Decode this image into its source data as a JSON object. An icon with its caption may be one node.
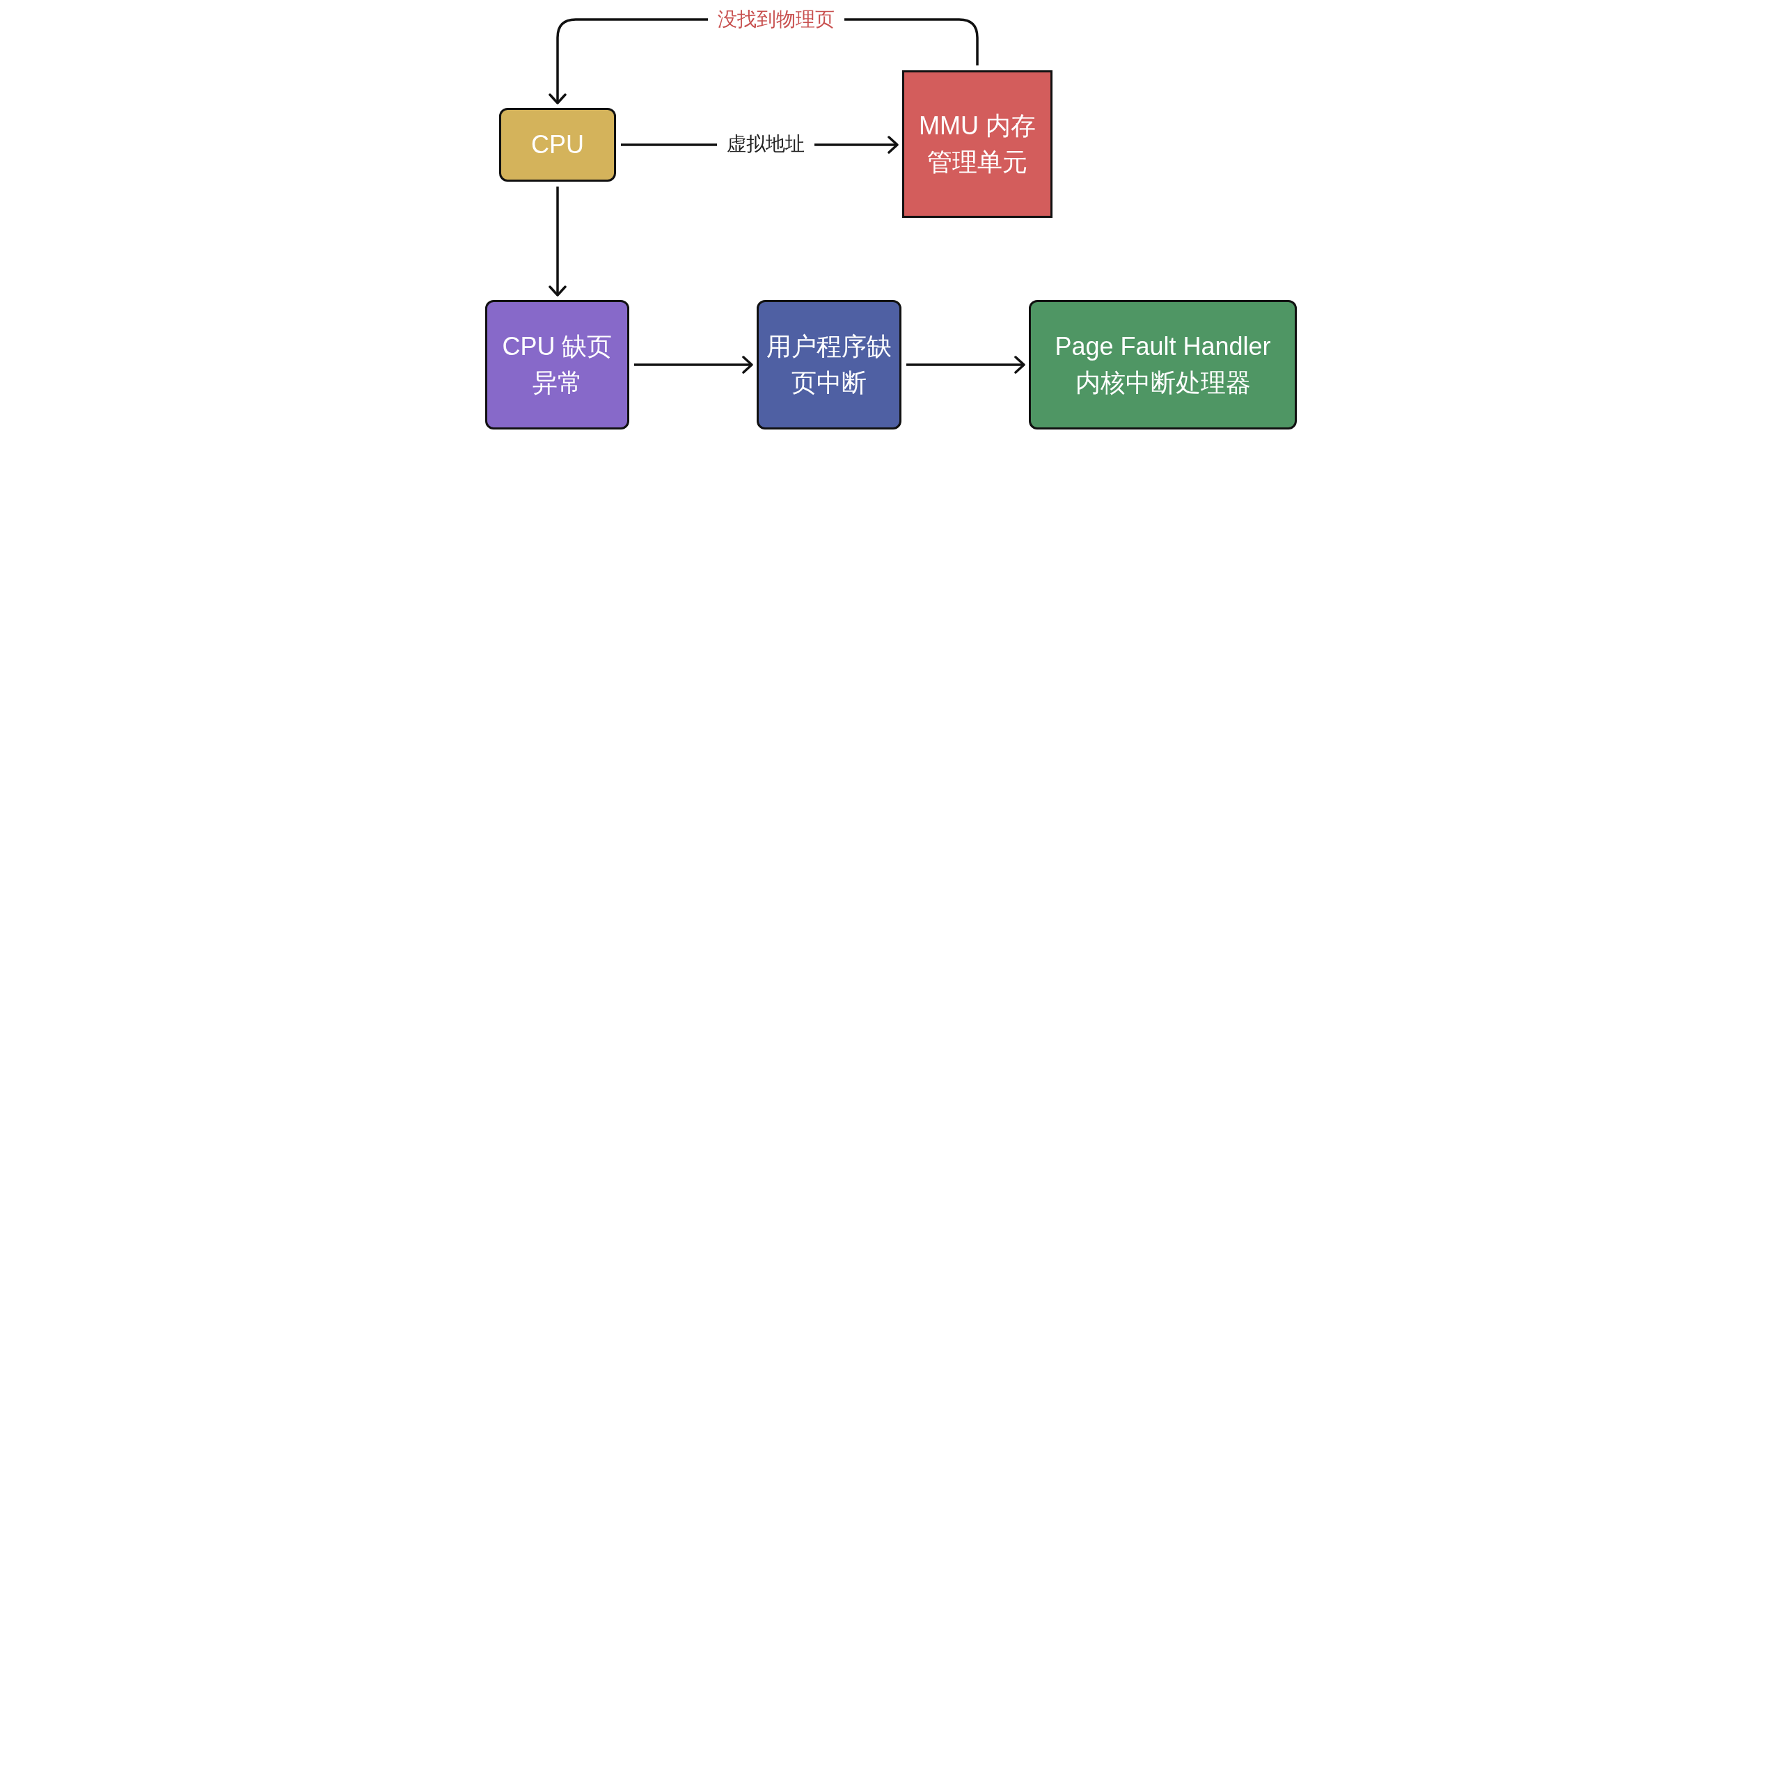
{
  "diagram": {
    "nodes": [
      {
        "text": [
          "CPU"
        ]
      },
      {
        "text": [
          "MMU 内存管理单元"
        ]
      },
      {
        "text": [
          "CPU 缺页异常"
        ]
      },
      {
        "text": [
          "用户程序缺页中断"
        ]
      },
      {
        "text": [
          "Page Fault Handler 内核中断处理器"
        ]
      }
    ],
    "edges": [
      {
        "from": 0,
        "to": 1,
        "arrow": "to",
        "label": "虚拟地址"
      },
      {
        "from": 1,
        "to": 0,
        "arrow": "to",
        "label": "没找到物理页"
      },
      {
        "from": 0,
        "to": 2,
        "arrow": "to"
      },
      {
        "from": 2,
        "to": 3,
        "arrow": "to"
      },
      {
        "from": 3,
        "to": 4,
        "arrow": "to"
      }
    ]
  }
}
